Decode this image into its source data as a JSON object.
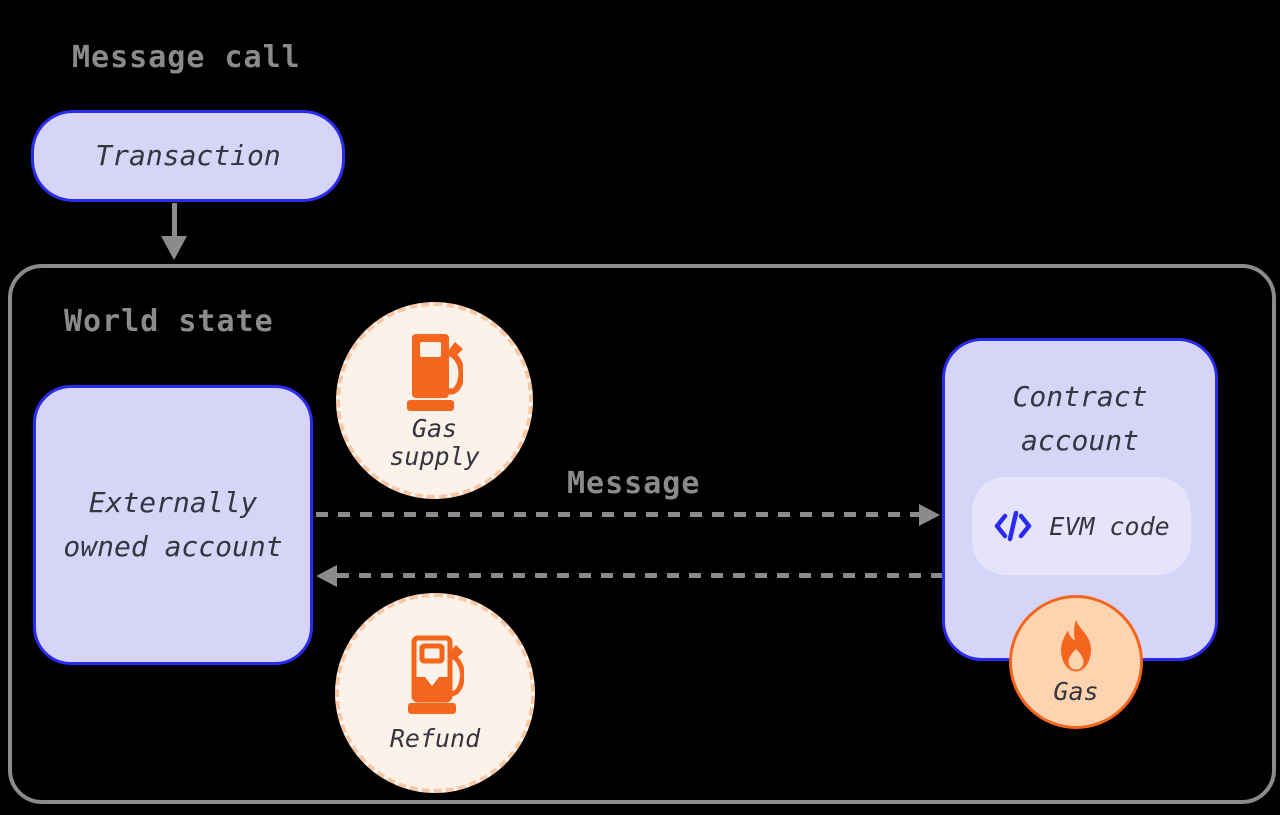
{
  "title": "Message call",
  "transaction": {
    "label": "Transaction"
  },
  "world_state": {
    "label": "World state"
  },
  "eoa": {
    "line1": "Externally",
    "line2": "owned account"
  },
  "gas_supply": {
    "line1": "Gas",
    "line2": "supply"
  },
  "message": {
    "label": "Message"
  },
  "contract": {
    "line1": "Contract",
    "line2": "account"
  },
  "evm": {
    "label": "EVM code"
  },
  "gas": {
    "label": "Gas"
  },
  "refund": {
    "label": "Refund"
  },
  "icons": {
    "gas_supply": "gas-pump-icon",
    "refund": "gas-pump-outline-icon",
    "gas_burn": "flame-icon",
    "evm": "code-brackets-icon",
    "transaction_flow": "arrow-down-icon",
    "message_forward": "arrow-right-icon",
    "message_return": "arrow-left-icon"
  },
  "colors": {
    "background": "#000000",
    "node_fill": "#d6d5f8",
    "node_border": "#2a2af0",
    "evm_pill_fill": "#e5e4fb",
    "gray": "#8b8b8b",
    "text_dark": "#35353f",
    "cream_fill": "#fdf2ea",
    "peach_dash": "#f8c7a5",
    "orange": "#f4661d",
    "peach_fill": "#fdd3b0"
  }
}
